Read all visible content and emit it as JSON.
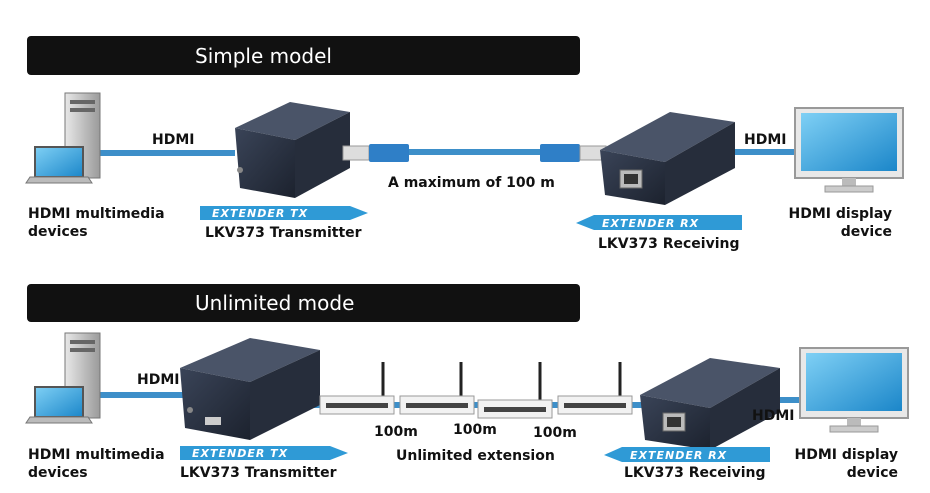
{
  "simple": {
    "title": "Simple model",
    "source_label_line1": "HDMI multimedia",
    "source_label_line2": "devices",
    "hdmi_left": "HDMI",
    "hdmi_right": "HDMI",
    "tx_arrow": "EXTENDER TX",
    "tx_label": "LKV373 Transmitter",
    "distance": "A maximum of 100 m",
    "rx_arrow": "EXTENDER RX",
    "rx_label": "LKV373 Receiving",
    "display_label_line1": "HDMI display",
    "display_label_line2": "device"
  },
  "unlimited": {
    "title": "Unlimited mode",
    "source_label_line1": "HDMI multimedia",
    "source_label_line2": "devices",
    "hdmi_left": "HDMI",
    "hdmi_right": "HDMI",
    "tx_arrow": "EXTENDER TX",
    "tx_label": "LKV373 Transmitter",
    "segment_1": "100m",
    "segment_2": "100m",
    "segment_3": "100m",
    "extension": "Unlimited extension",
    "rx_arrow": "EXTENDER RX",
    "rx_label": "LKV373 Receiving",
    "display_label_line1": "HDMI display",
    "display_label_line2": "device"
  },
  "colors": {
    "banner": "#111111",
    "cable": "#3d8fc9",
    "arrow": "#2f9ad6",
    "device": "#2b3344",
    "screen": "#2ea3e0"
  }
}
